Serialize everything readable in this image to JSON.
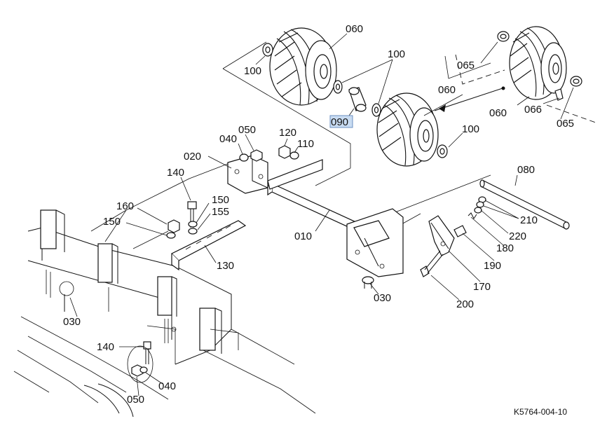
{
  "diagram": {
    "drawing_code": "K5764-004-10",
    "highlighted_callout": "090",
    "callouts": {
      "c060_top": "060",
      "c100_left": "100",
      "c100_top": "100",
      "c090": "090",
      "c065_left": "065",
      "c060_right": "060",
      "c060_mid": "060",
      "c066": "066",
      "c065_right": "065",
      "c100_mid": "100",
      "c050_top": "050",
      "c040_top": "040",
      "c120": "120",
      "c110": "110",
      "c020": "020",
      "c140_top": "140",
      "c080": "080",
      "c150_right": "150",
      "c155": "155",
      "c160": "160",
      "c150_left": "150",
      "c210": "210",
      "c220": "220",
      "c010": "010",
      "c180": "180",
      "c130": "130",
      "c190": "190",
      "c170": "170",
      "c030_mid": "030",
      "c200": "200",
      "c030_left": "030",
      "c140_bottom": "140",
      "c040_bottom": "040",
      "c050_bottom": "050"
    }
  }
}
